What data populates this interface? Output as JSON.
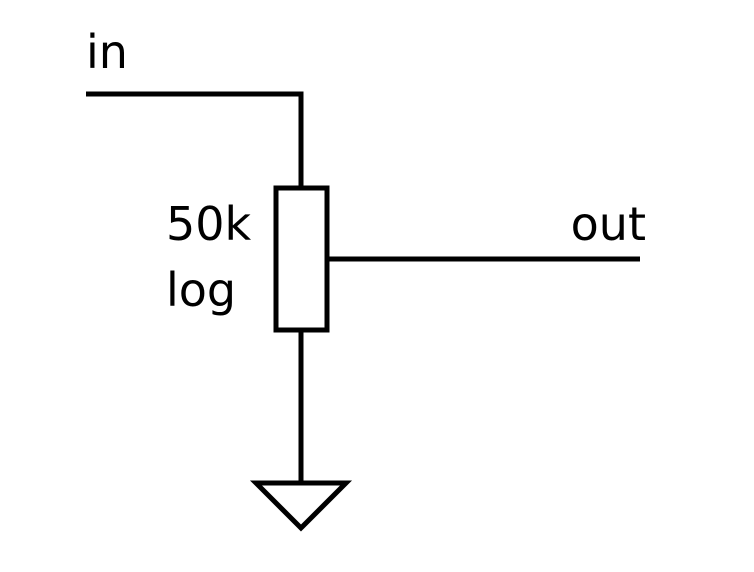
{
  "labels": {
    "input": "in",
    "output": "out",
    "resistance": "50k",
    "taper": "log"
  },
  "colors": {
    "line": "#000000",
    "background": "#ffffff"
  },
  "components": {
    "potentiometer": "potentiometer",
    "ground": "ground"
  }
}
